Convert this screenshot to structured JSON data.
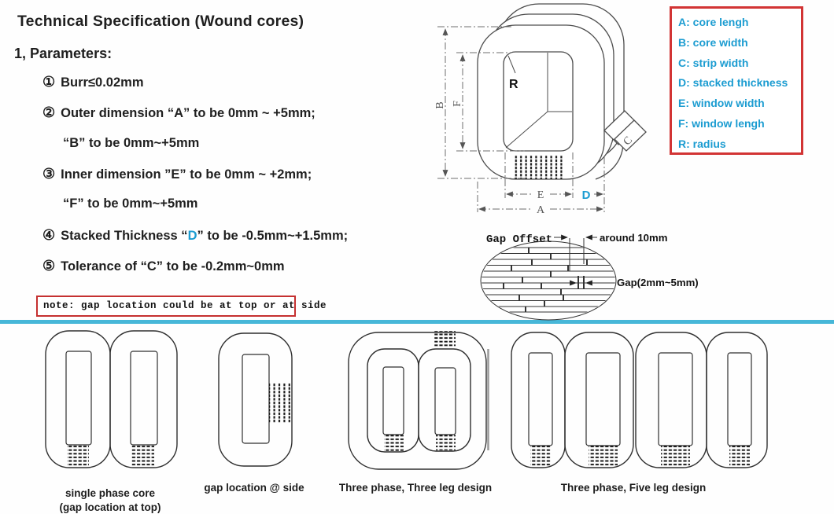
{
  "title": "Technical Specification (Wound cores)",
  "parameters": {
    "heading": "1, Parameters:",
    "items": [
      {
        "num": "①",
        "text": "Burr≤0.02mm"
      },
      {
        "num": "②",
        "text": "Outer dimension “A” to be 0mm ~ +5mm;"
      },
      {
        "num": "",
        "text": "“B” to be 0mm~+5mm"
      },
      {
        "num": "③",
        "text": "Inner dimension ”E” to be 0mm ~ +2mm;"
      },
      {
        "num": "",
        "text": "“F” to be 0mm~+5mm"
      },
      {
        "num": "④",
        "prefix": "Stacked Thickness “",
        "highlight": "D",
        "suffix": "” to be -0.5mm~+1.5mm;"
      },
      {
        "num": "⑤",
        "text": "Tolerance of “C” to be -0.2mm~0mm"
      }
    ]
  },
  "legend": {
    "items": [
      "A: core lengh",
      "B: core width",
      "C: strip width",
      "D: stacked thickness",
      "E: window width",
      "F: window lengh",
      "R: radius"
    ]
  },
  "note": "note: gap location could be at top or at side",
  "core_diagram": {
    "labels": {
      "A": "A",
      "B": "B",
      "C": "C",
      "D": "D",
      "E": "E",
      "F": "F",
      "R": "R"
    }
  },
  "gap_diagram": {
    "offset_label": "Gap Offset",
    "around_label": "around 10mm",
    "gap_label": "Gap(2mm~5mm)"
  },
  "bottom_diagrams": {
    "captions": {
      "single_phase_line1": "single phase core",
      "single_phase_line2": "(gap location at top)",
      "side_gap": "gap location @ side",
      "three_leg": "Three phase, Three leg design",
      "five_leg": "Three phase, Five leg design"
    }
  },
  "colors": {
    "accent_cyan": "#1b9cd1",
    "accent_red": "#d23434",
    "separator_blue": "#47b7d8"
  }
}
